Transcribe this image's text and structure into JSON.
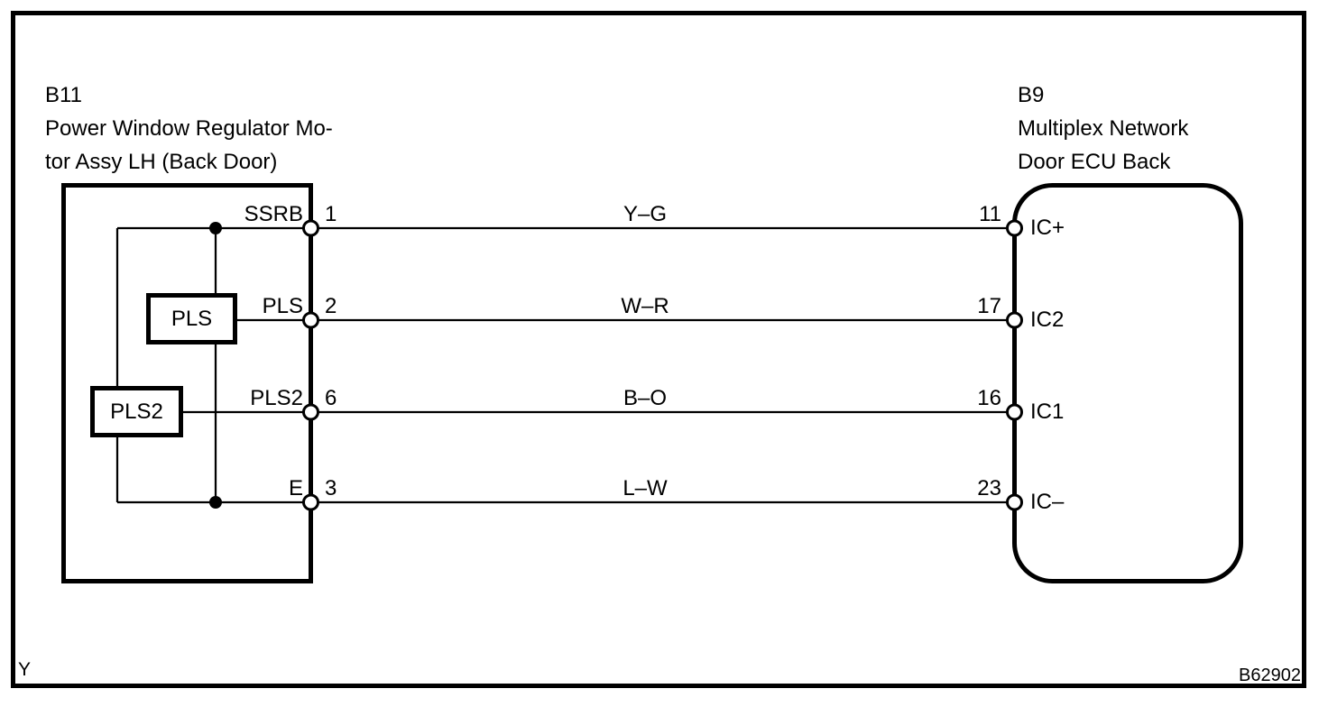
{
  "left_component": {
    "code": "B11",
    "title_line1": "Power Window Regulator Mo-",
    "title_line2": "tor Assy LH (Back Door)",
    "inner_blocks": {
      "pls": "PLS",
      "pls2": "PLS2"
    },
    "pins": [
      {
        "name": "SSRB",
        "number": "1"
      },
      {
        "name": "PLS",
        "number": "2"
      },
      {
        "name": "PLS2",
        "number": "6"
      },
      {
        "name": "E",
        "number": "3"
      }
    ]
  },
  "right_component": {
    "code": "B9",
    "title_line1": "Multiplex Network",
    "title_line2": "Door ECU Back",
    "pins": [
      {
        "number": "11",
        "name": "IC+"
      },
      {
        "number": "17",
        "name": "IC2"
      },
      {
        "number": "16",
        "name": "IC1"
      },
      {
        "number": "23",
        "name": "IC–"
      }
    ]
  },
  "wires": [
    {
      "label": "Y–G"
    },
    {
      "label": "W–R"
    },
    {
      "label": "B–O"
    },
    {
      "label": "L–W"
    }
  ],
  "footer": {
    "left": "Y",
    "right": "B62902"
  },
  "colors": {
    "line": "#000000",
    "background": "#ffffff"
  }
}
